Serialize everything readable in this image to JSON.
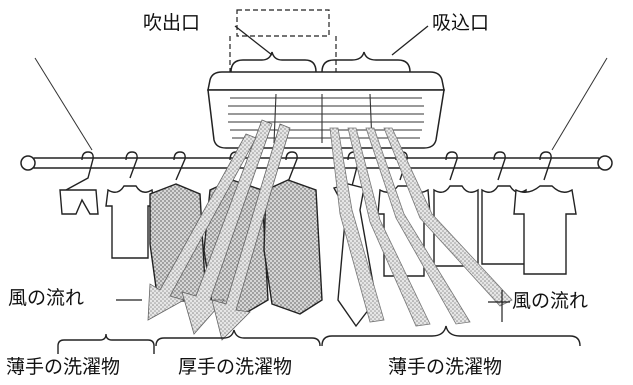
{
  "labels": {
    "outlet": "吹出口",
    "inlet": "吸込口",
    "airflow_left": "風の流れ",
    "airflow_right": "風の流れ",
    "thin_laundry_left": "薄手の洗濯物",
    "thick_laundry": "厚手の洗濯物",
    "thin_laundry_right": "薄手の洗濯物"
  },
  "colors": {
    "ink": "#111111",
    "airflow_gray": "#8c8c8c",
    "cloth_fill": "#ffffff",
    "thick_cloth_fill": "#b4b4b4"
  },
  "icons": {
    "unit": "ceiling-dryer-unit-icon",
    "pole": "hanging-pole-icon",
    "hanger": "hanger-icon",
    "arrow": "airflow-arrow-icon"
  }
}
